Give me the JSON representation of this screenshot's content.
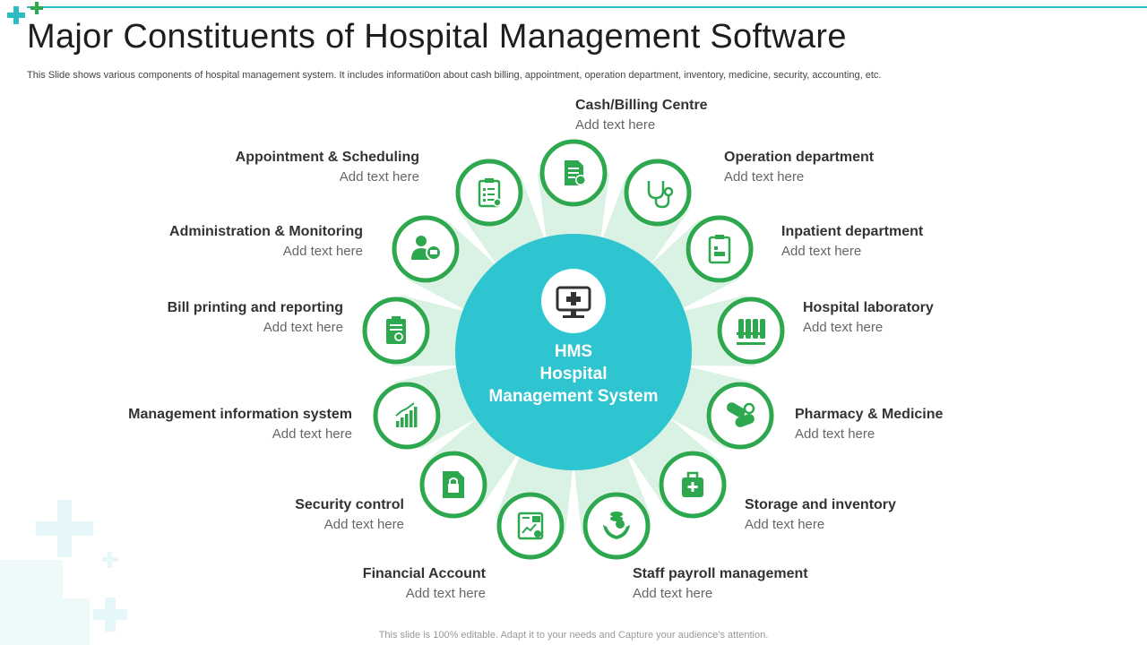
{
  "slide": {
    "title": "Major Constituents of Hospital Management Software",
    "subtitle": "This Slide shows various components of hospital management system. It includes informati0on about cash billing, appointment, operation department, inventory,  medicine, security, accounting, etc.",
    "footer": "This slide is 100% editable. Adapt it to your needs and Capture your audience’s attention."
  },
  "hub": {
    "line1": "HMS",
    "line2": "Hospital",
    "line3": "Management System",
    "icon": "monitor-medical-icon"
  },
  "colors": {
    "ring": "#2ea84f",
    "hub": "#2ec4d0",
    "ray": "#d9f2e3",
    "accent": "#2bbcc4",
    "decor": "#e6f7f9"
  },
  "nodes": [
    {
      "title": "Cash/Billing Centre",
      "subtitle": "Add text here",
      "icon": "billing-document-icon"
    },
    {
      "title": "Operation department",
      "subtitle": "Add text here",
      "icon": "stethoscope-icon"
    },
    {
      "title": "Inpatient department",
      "subtitle": "Add text here",
      "icon": "clipboard-bed-icon"
    },
    {
      "title": "Hospital laboratory",
      "subtitle": "Add text here",
      "icon": "test-tubes-icon"
    },
    {
      "title": "Pharmacy & Medicine",
      "subtitle": "Add text here",
      "icon": "pills-icon"
    },
    {
      "title": "Storage and inventory",
      "subtitle": "Add text here",
      "icon": "medical-bag-icon"
    },
    {
      "title": "Staff payroll management",
      "subtitle": "Add text here",
      "icon": "hand-coins-icon"
    },
    {
      "title": "Financial Account",
      "subtitle": "Add text here",
      "icon": "calculator-chart-icon"
    },
    {
      "title": "Security control",
      "subtitle": "Add text here",
      "icon": "lock-document-icon"
    },
    {
      "title": "Management information system",
      "subtitle": "Add text here",
      "icon": "bar-chart-icon"
    },
    {
      "title": "Bill printing and reporting",
      "subtitle": "Add text here",
      "icon": "report-clipboard-icon"
    },
    {
      "title": "Administration & Monitoring",
      "subtitle": "Add text here",
      "icon": "user-monitor-icon"
    },
    {
      "title": "Appointment & Scheduling",
      "subtitle": "Add text here",
      "icon": "checklist-icon"
    }
  ]
}
